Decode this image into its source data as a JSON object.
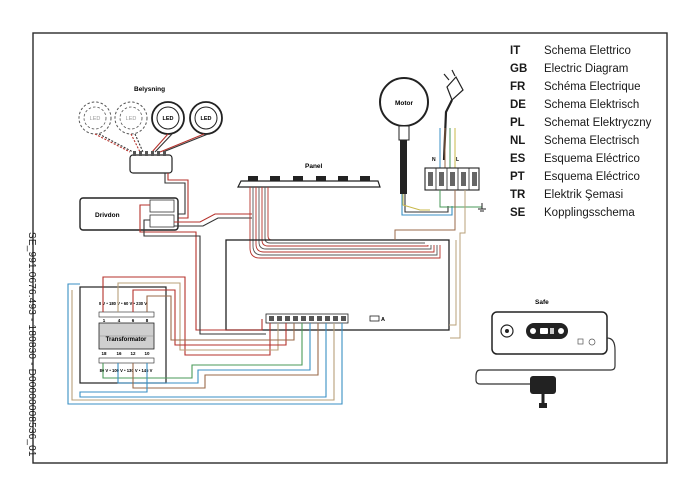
{
  "components": {
    "lighting_label": "Belysning",
    "led_label": "LED",
    "motor_label": "Motor",
    "panel_label": "Panel",
    "driver_label": "Drivdon",
    "transformer_label": "Transformator",
    "safe_label": "Safe",
    "ground_A_label": "A"
  },
  "terminals": {
    "mains": [
      "N",
      "L"
    ],
    "transformer_top": "0 V • 180 V • 60 V • 230 V",
    "transformer_top_pins": [
      "1",
      "4",
      "6",
      "8"
    ],
    "transformer_bottom_pins": [
      "18",
      "16",
      "12",
      "10"
    ],
    "transformer_bottom": "80 V • 100 V • 130 V • 145 V"
  },
  "legend": [
    {
      "code": "IT",
      "name": "Schema Elettrico"
    },
    {
      "code": "GB",
      "name": "Electric Diagram"
    },
    {
      "code": "FR",
      "name": "Schéma Electrique"
    },
    {
      "code": "DE",
      "name": "Schema Elektrisch"
    },
    {
      "code": "PL",
      "name": "Schemat Elektryczny"
    },
    {
      "code": "NL",
      "name": "Schema Electrisch"
    },
    {
      "code": "ES",
      "name": "Esquema Eléctrico"
    },
    {
      "code": "PT",
      "name": "Esquema Eléctrico"
    },
    {
      "code": "TR",
      "name": "Elektrik Şemasi"
    },
    {
      "code": "SE",
      "name": "Kopplingsschema"
    }
  ],
  "document_id": "SE_991.0676.493 - 180830 - D00000008536_01",
  "colors": {
    "red": "#b5312b",
    "dark": "#333333",
    "blue": "#3a8fc4",
    "green": "#4a9a58",
    "brown": "#9a6a4a",
    "tan": "#b8a07a",
    "yellow": "#c8b84a"
  }
}
